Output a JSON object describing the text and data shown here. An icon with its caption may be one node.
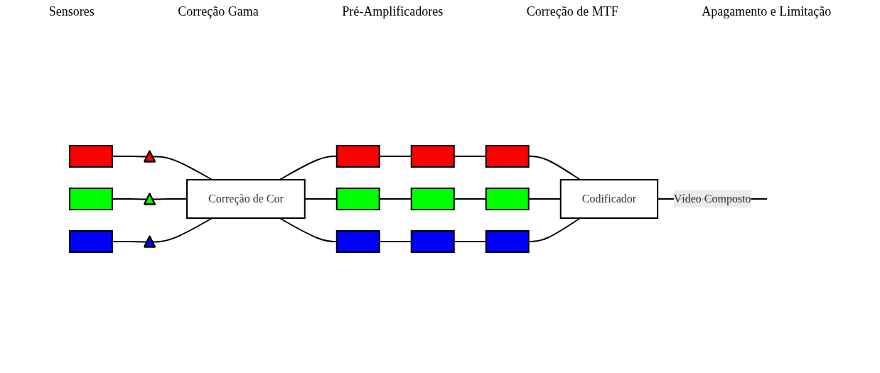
{
  "diagram": {
    "nodes": [
      {
        "text": [],
        "shape": "box"
      },
      {
        "text": [],
        "shape": "box"
      },
      {
        "text": [],
        "shape": "box"
      },
      {
        "text": [],
        "shape": "triangle"
      },
      {
        "text": [],
        "shape": "triangle"
      },
      {
        "text": [],
        "shape": "triangle"
      },
      {
        "text": [
          "Correção de Cor"
        ]
      },
      {
        "text": [],
        "shape": "box"
      },
      {
        "text": [],
        "shape": "box"
      },
      {
        "text": [],
        "shape": "box"
      },
      {
        "text": [],
        "shape": "box"
      },
      {
        "text": [],
        "shape": "box"
      },
      {
        "text": [],
        "shape": "box"
      },
      {
        "text": [],
        "shape": "box"
      },
      {
        "text": [],
        "shape": "box"
      },
      {
        "text": [],
        "shape": "box"
      },
      {
        "text": [
          "Codificador"
        ]
      }
    ],
    "edges": [
      {
        "from": 0,
        "to": 3,
        "arrow": "none"
      },
      {
        "from": 1,
        "to": 4,
        "arrow": "none"
      },
      {
        "from": 2,
        "to": 5,
        "arrow": "none"
      },
      {
        "from": 3,
        "to": 6,
        "arrow": "none"
      },
      {
        "from": 4,
        "to": 6,
        "arrow": "none"
      },
      {
        "from": 5,
        "to": 6,
        "arrow": "none"
      },
      {
        "from": 6,
        "to": 7,
        "arrow": "none"
      },
      {
        "from": 6,
        "to": 8,
        "arrow": "none"
      },
      {
        "from": 6,
        "to": 9,
        "arrow": "none"
      },
      {
        "from": 7,
        "to": 10,
        "arrow": "none"
      },
      {
        "from": 8,
        "to": 11,
        "arrow": "none"
      },
      {
        "from": 9,
        "to": 12,
        "arrow": "none"
      },
      {
        "from": 10,
        "to": 13,
        "arrow": "none"
      },
      {
        "from": 11,
        "to": 14,
        "arrow": "none"
      },
      {
        "from": 12,
        "to": 15,
        "arrow": "none"
      },
      {
        "from": 13,
        "to": 16,
        "arrow": "none"
      },
      {
        "from": 14,
        "to": 16,
        "arrow": "none"
      },
      {
        "from": 15,
        "to": 16,
        "arrow": "none"
      },
      {
        "from": 16,
        "to": null,
        "arrow": "none",
        "label": "Vídeo Composto"
      }
    ],
    "labels": [
      "Sensores",
      "Correção Gama",
      "Pré-Amplificadores",
      "Correção de MTF",
      "Apagamento e Limitação"
    ]
  }
}
